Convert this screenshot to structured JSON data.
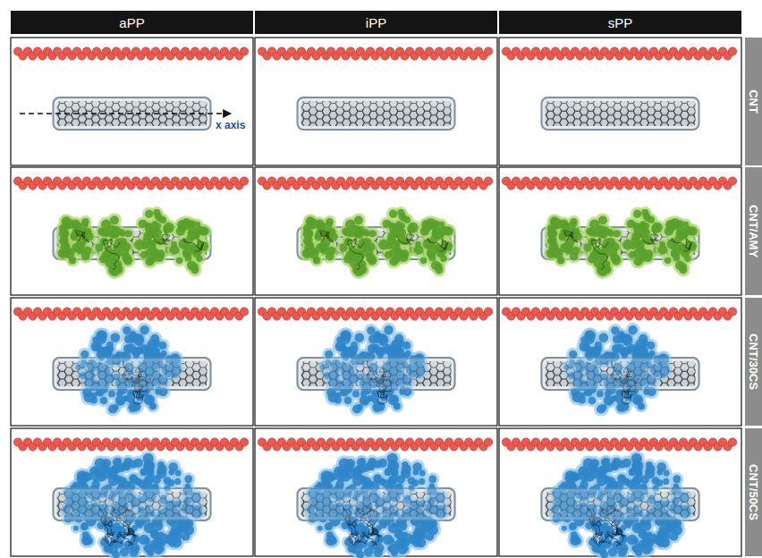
{
  "diagram": {
    "nodes": [
      {
        "text": [
          "aPP"
        ]
      },
      {
        "text": [
          "iPP"
        ]
      },
      {
        "text": [
          "sPP"
        ]
      },
      {
        "text": [
          "CNT"
        ]
      },
      {
        "text": [
          "CNT/AMY"
        ]
      },
      {
        "text": [
          "CNT/30CS"
        ]
      },
      {
        "text": [
          "CNT/50CS"
        ]
      }
    ],
    "labels": [
      "x axis"
    ]
  }
}
